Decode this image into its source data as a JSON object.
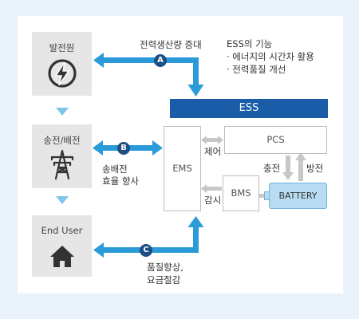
{
  "colors": {
    "arrow_blue": "#2a9ad8",
    "ess_bar": "#1a5ca8",
    "badge": "#1e4e84",
    "battery_fill": "#b8ddf2",
    "source_box": "#e6e6e6",
    "connector_gray": "#c7c7c7",
    "page_background": "#e9f2fa"
  },
  "sources": [
    {
      "label": "발전원",
      "icon": "lightning-bolt-icon"
    },
    {
      "label": "송전/배전",
      "icon": "transmission-tower-icon"
    },
    {
      "label": "End User",
      "icon": "house-icon"
    }
  ],
  "badges": [
    "A",
    "B",
    "C"
  ],
  "annotations": {
    "a_label": "전력생산량 증대",
    "b_line1": "송배전",
    "b_line2": "효율 향사",
    "c_line1": "품질향상,",
    "c_line2": "요금절감"
  },
  "ess_functions": {
    "title": "ESS의 기능",
    "items": [
      "· 에너지의 시간차 활용",
      "· 전력품질 개선"
    ]
  },
  "ess_system": {
    "title": "ESS",
    "ems": "EMS",
    "pcs": "PCS",
    "bms": "BMS",
    "battery": "BATTERY",
    "control": "제어",
    "monitor": "감시",
    "charge": "충전",
    "discharge": "방전"
  }
}
